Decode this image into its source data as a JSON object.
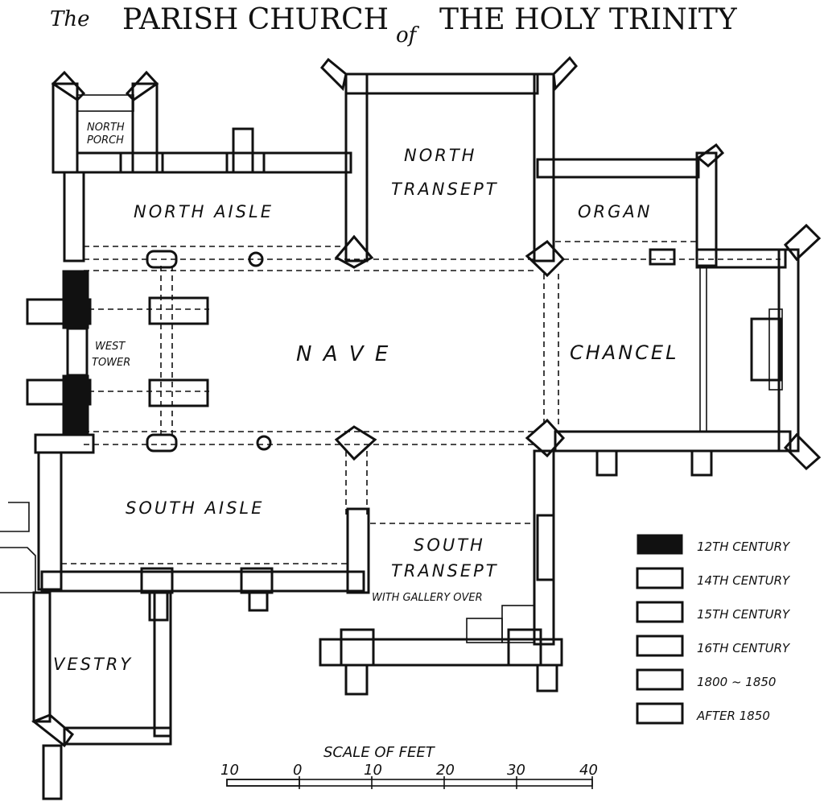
{
  "title": {
    "prefix": "The",
    "part1": "PARISH CHURCH",
    "of": "of",
    "part2": "THE HOLY TRINITY"
  },
  "rooms": {
    "north_porch_line1": "NORTH",
    "north_porch_line2": "PORCH",
    "north_aisle": "NORTH AISLE",
    "north_transept_line1": "NORTH",
    "north_transept_line2": "TRANSEPT",
    "organ": "ORGAN",
    "nave": "N A V E",
    "west_tower_line1": "WEST",
    "west_tower_line2": "TOWER",
    "chancel": "CHANCEL",
    "south_aisle": "SOUTH AISLE",
    "south_transept_line1": "SOUTH",
    "south_transept_line2": "TRANSEPT",
    "south_transept_line3": "WITH GALLERY OVER",
    "vestry": "VESTRY"
  },
  "legend": [
    {
      "label": "12TH CENTURY",
      "pattern": "solid"
    },
    {
      "label": "14TH CENTURY",
      "pattern": "diag-wide"
    },
    {
      "label": "15TH CENTURY",
      "pattern": "diag-dense"
    },
    {
      "label": "16TH CENTURY",
      "pattern": "horizontal"
    },
    {
      "label": "1800 ~ 1850",
      "pattern": "diag-back"
    },
    {
      "label": "AFTER 1850",
      "pattern": "dots"
    }
  ],
  "scale": {
    "title": "SCALE  OF  FEET",
    "ticks": [
      "10",
      "0",
      "10",
      "20",
      "30",
      "40"
    ]
  },
  "colors": {
    "ink": "#111111",
    "paper": "#ffffff"
  }
}
